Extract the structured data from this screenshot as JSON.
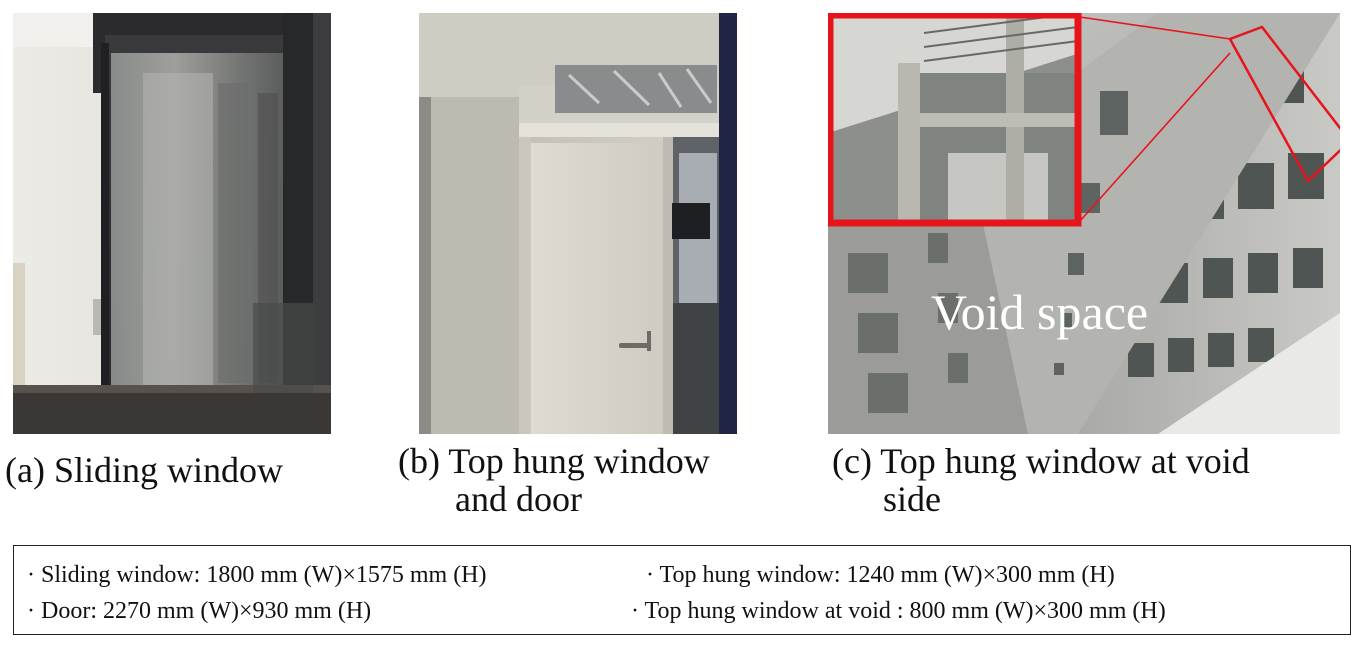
{
  "panels": {
    "a": {
      "caption": "(a) Sliding window"
    },
    "b": {
      "caption_line1": "(b) Top hung window",
      "caption_line2": "and door"
    },
    "c": {
      "caption_line1": "(c) Top hung window at void",
      "caption_line2": "side",
      "overlay_label": "Void space"
    }
  },
  "specs": {
    "sliding": "· Sliding window: 1800 mm (W)×1575 mm (H)",
    "top_hung": "· Top hung window: 1240 mm (W)×300 mm (H)",
    "door": "· Door: 2270 mm (W)×930 mm (H)",
    "void": "· Top hung window at void : 800 mm (W)×300 mm (H)"
  },
  "colors": {
    "highlight": "#e8141b",
    "text": "#111111"
  }
}
